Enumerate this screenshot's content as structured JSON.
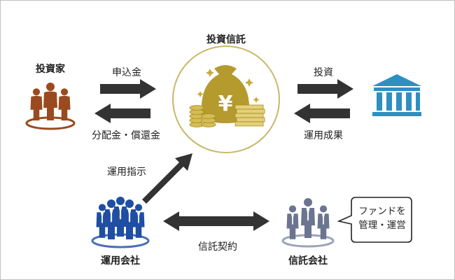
{
  "title": "投資信託",
  "investor_label": "投資家",
  "subscription_label": "申込金",
  "distribution_label": "分配金・償還金",
  "investment_label": "投資",
  "results_label": "運用成果",
  "instruction_label": "運用指示",
  "management_company_label": "運用会社",
  "trust_company_label": "信託会社",
  "trust_contract_label": "信託契約",
  "trust_company_bubble": [
    "ファンドを",
    "管理・運営"
  ],
  "money_bag_mark": "¥",
  "colors": {
    "investor": "#9a4a1f",
    "investor_ring": "#9a4a1f",
    "fund_circle": "#c9b76a",
    "fund_gold": "#b59a2e",
    "bank": "#2f8fc2",
    "arrow": "#333333",
    "management": "#1f4ea3",
    "management_ring": "#4a6fb6",
    "trust": "#6c7590",
    "trust_ring": "#9aa3b8"
  }
}
